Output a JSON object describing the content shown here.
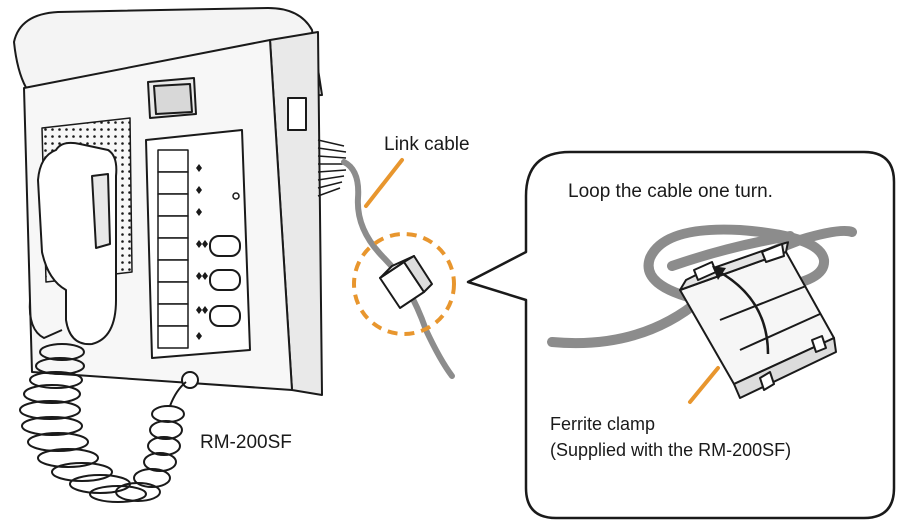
{
  "labels": {
    "link_cable": "Link cable",
    "loop_instruction": "Loop the cable one turn.",
    "device_model": "RM-200SF",
    "ferrite_clamp": "Ferrite clamp",
    "ferrite_note": "(Supplied with the RM-200SF)"
  },
  "colors": {
    "accent_orange": "#e8962e",
    "cable_gray": "#8c8c8c",
    "device_fill": "#f2f2f2",
    "outline": "#1a1a1a"
  }
}
